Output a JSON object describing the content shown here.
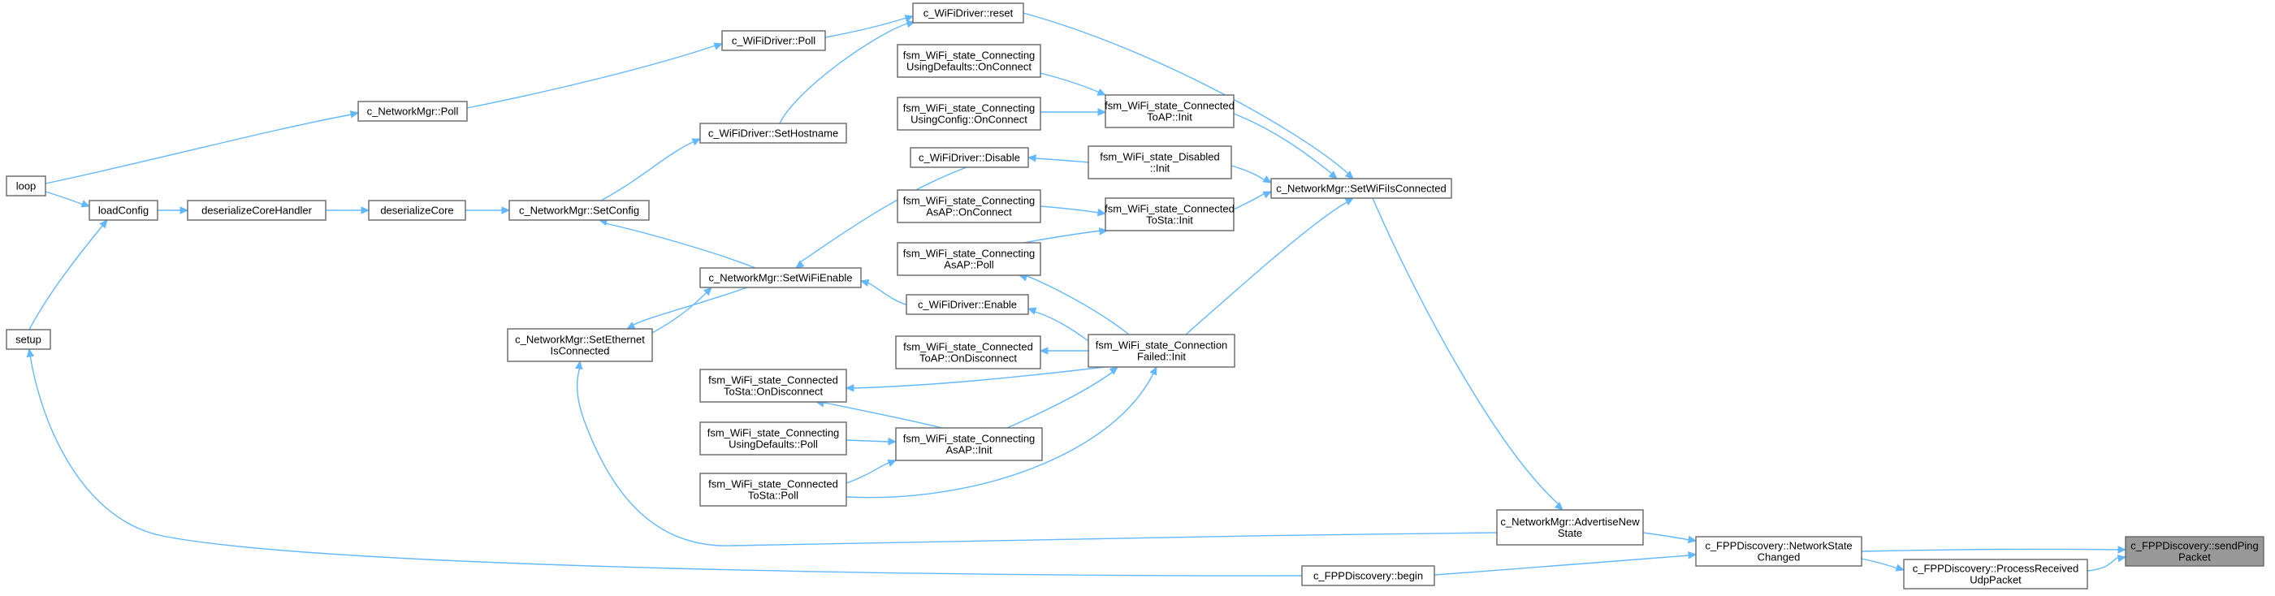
{
  "colors": {
    "edge": "#63b8ff",
    "node_border": "#666666",
    "node_fill": "#ffffff",
    "highlight_fill": "#999999"
  },
  "nodes": {
    "sendPingPacket": [
      "c_FPPDiscovery::sendPing",
      "Packet"
    ],
    "networkStateChanged": [
      "c_FPPDiscovery::NetworkState",
      "Changed"
    ],
    "processReceivedUdpPacket": [
      "c_FPPDiscovery::ProcessReceived",
      "UdpPacket"
    ],
    "advertiseNewState": [
      "c_NetworkMgr::AdvertiseNew",
      "State"
    ],
    "fppBegin": [
      "c_FPPDiscovery::begin"
    ],
    "setWiFiIsConnected": [
      "c_NetworkMgr::SetWiFiIsConnected"
    ],
    "setEthernetIsConnected": [
      "c_NetworkMgr::SetEthernet",
      "IsConnected"
    ],
    "setup": [
      "setup"
    ],
    "wifiDriverReset": [
      "c_WiFiDriver::reset"
    ],
    "wifiDriverPoll": [
      "c_WiFiDriver::Poll"
    ],
    "networkMgrPoll": [
      "c_NetworkMgr::Poll"
    ],
    "loop": [
      "loop"
    ],
    "wifiDriverSetHostname": [
      "c_WiFiDriver::SetHostname"
    ],
    "networkMgrSetConfig": [
      "c_NetworkMgr::SetConfig"
    ],
    "deserializeCore": [
      "deserializeCore"
    ],
    "deserializeCoreHandler": [
      "deserializeCoreHandler"
    ],
    "loadConfig": [
      "loadConfig"
    ],
    "setWiFiEnable": [
      "c_NetworkMgr::SetWiFiEnable"
    ],
    "connectingDefaultsOnConnect": [
      "fsm_WiFi_state_Connecting",
      "UsingDefaults::OnConnect"
    ],
    "connectingConfigOnConnect": [
      "fsm_WiFi_state_Connecting",
      "UsingConfig::OnConnect"
    ],
    "connectedToApInit": [
      "fsm_WiFi_state_Connected",
      "ToAP::Init"
    ],
    "wifiDriverDisable": [
      "c_WiFiDriver::Disable"
    ],
    "disabledInit": [
      "fsm_WiFi_state_Disabled",
      "::Init"
    ],
    "connectingAsApOnConnect": [
      "fsm_WiFi_state_Connecting",
      "AsAP::OnConnect"
    ],
    "connectedToStaInit": [
      "fsm_WiFi_state_Connected",
      "ToSta::Init"
    ],
    "connectingAsApPoll": [
      "fsm_WiFi_state_Connecting",
      "AsAP::Poll"
    ],
    "wifiDriverEnable": [
      "c_WiFiDriver::Enable"
    ],
    "connectedToApOnDisconnect": [
      "fsm_WiFi_state_Connected",
      "ToAP::OnDisconnect"
    ],
    "connectionFailedInit": [
      "fsm_WiFi_state_Connection",
      "Failed::Init"
    ],
    "connectedToStaOnDisconnect": [
      "fsm_WiFi_state_Connected",
      "ToSta::OnDisconnect"
    ],
    "connectingDefaultsPoll": [
      "fsm_WiFi_state_Connecting",
      "UsingDefaults::Poll"
    ],
    "connectingAsApInit": [
      "fsm_WiFi_state_Connecting",
      "AsAP::Init"
    ],
    "connectedToStaPoll": [
      "fsm_WiFi_state_Connected",
      "ToSta::Poll"
    ]
  }
}
